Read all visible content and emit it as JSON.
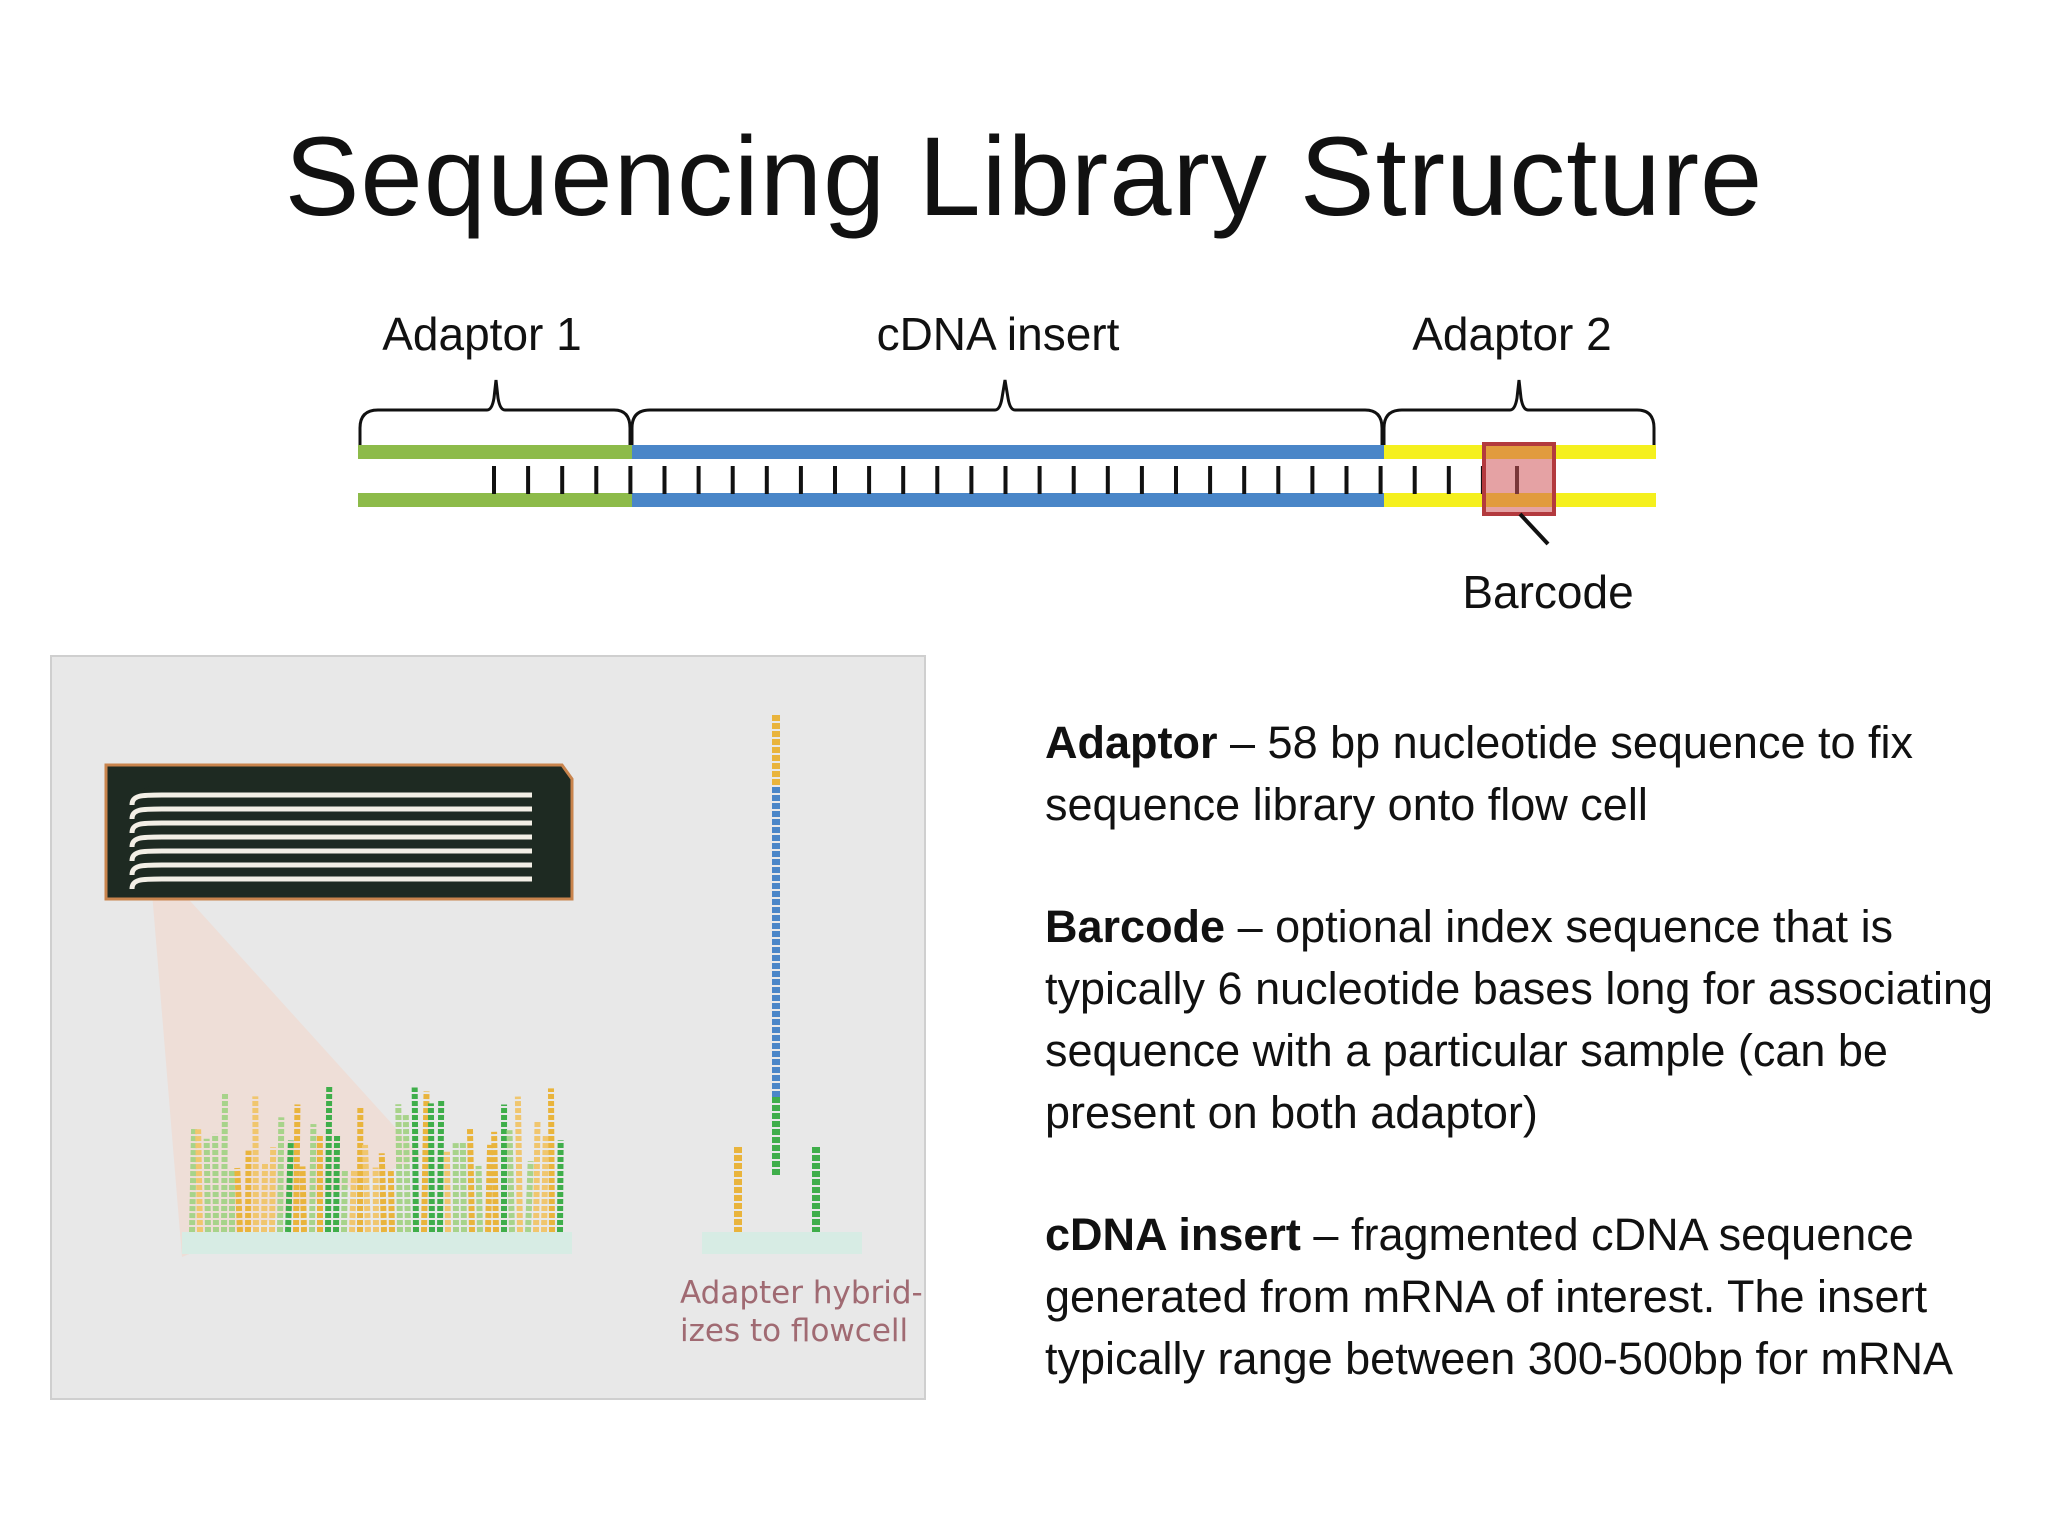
{
  "title": "Sequencing Library Structure",
  "diagram": {
    "labels": {
      "adaptor1": "Adaptor 1",
      "insert": "cDNA insert",
      "adaptor2": "Adaptor 2",
      "barcode": "Barcode"
    },
    "colors": {
      "adaptor1": "#8dbb4a",
      "insert": "#4a86c8",
      "adaptor2": "#f5f01e",
      "barcode": "#d0565a"
    }
  },
  "flowcell_panel": {
    "caption_line1": "Adapter hybrid-",
    "caption_line2": "izes to flowcell"
  },
  "definitions": [
    {
      "term": "Adaptor",
      "text": "58 bp nucleotide sequence to fix sequence library onto flow cell"
    },
    {
      "term": "Barcode",
      "text": "optional index sequence that is typically 6 nucleotide bases long for associating sequence with a particular sample (can be present on both adaptor)"
    },
    {
      "term": "cDNA insert",
      "text": "fragmented cDNA sequence generated from mRNA of interest.  The insert typically range between 300-500bp for mRNA"
    }
  ]
}
